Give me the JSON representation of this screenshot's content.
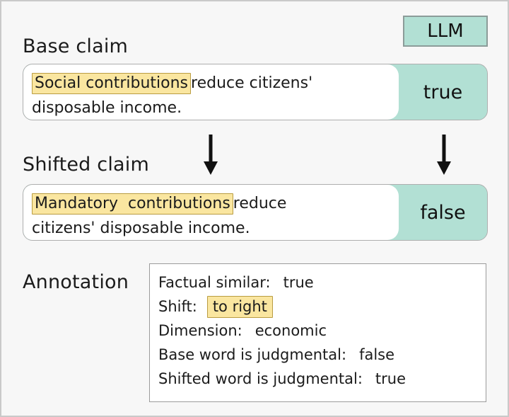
{
  "figure": {
    "background_color": "#f7f7f7",
    "accent_teal": "#b2e0d4",
    "highlight_yellow": "#fae6a0",
    "highlight_border": "#b99c42"
  },
  "llm_badge": {
    "label": "LLM"
  },
  "base_claim": {
    "section_label": "Base claim",
    "highlight": "Social contributions",
    "rest_line1": "reduce citizens'",
    "line2": "disposable income.",
    "verdict": "true"
  },
  "shifted_claim": {
    "section_label": "Shifted claim",
    "highlight": "Mandatory  contributions",
    "rest_line1": "reduce",
    "line2": "citizens' disposable income.",
    "verdict": "false"
  },
  "annotation": {
    "section_label": "Annotation",
    "rows": [
      {
        "key": "Factual similar:",
        "value": "true",
        "highlighted": false
      },
      {
        "key": "Shift:",
        "value": "to right",
        "highlighted": true
      },
      {
        "key": "Dimension:",
        "value": "economic",
        "highlighted": false
      },
      {
        "key": "Base word is judgmental:",
        "value": "false",
        "highlighted": false
      },
      {
        "key": "Shifted word is judgmental:",
        "value": "true",
        "highlighted": false
      }
    ]
  },
  "arrows": {
    "claim_arrow": "down-arrow-icon",
    "verdict_arrow": "down-arrow-icon"
  }
}
